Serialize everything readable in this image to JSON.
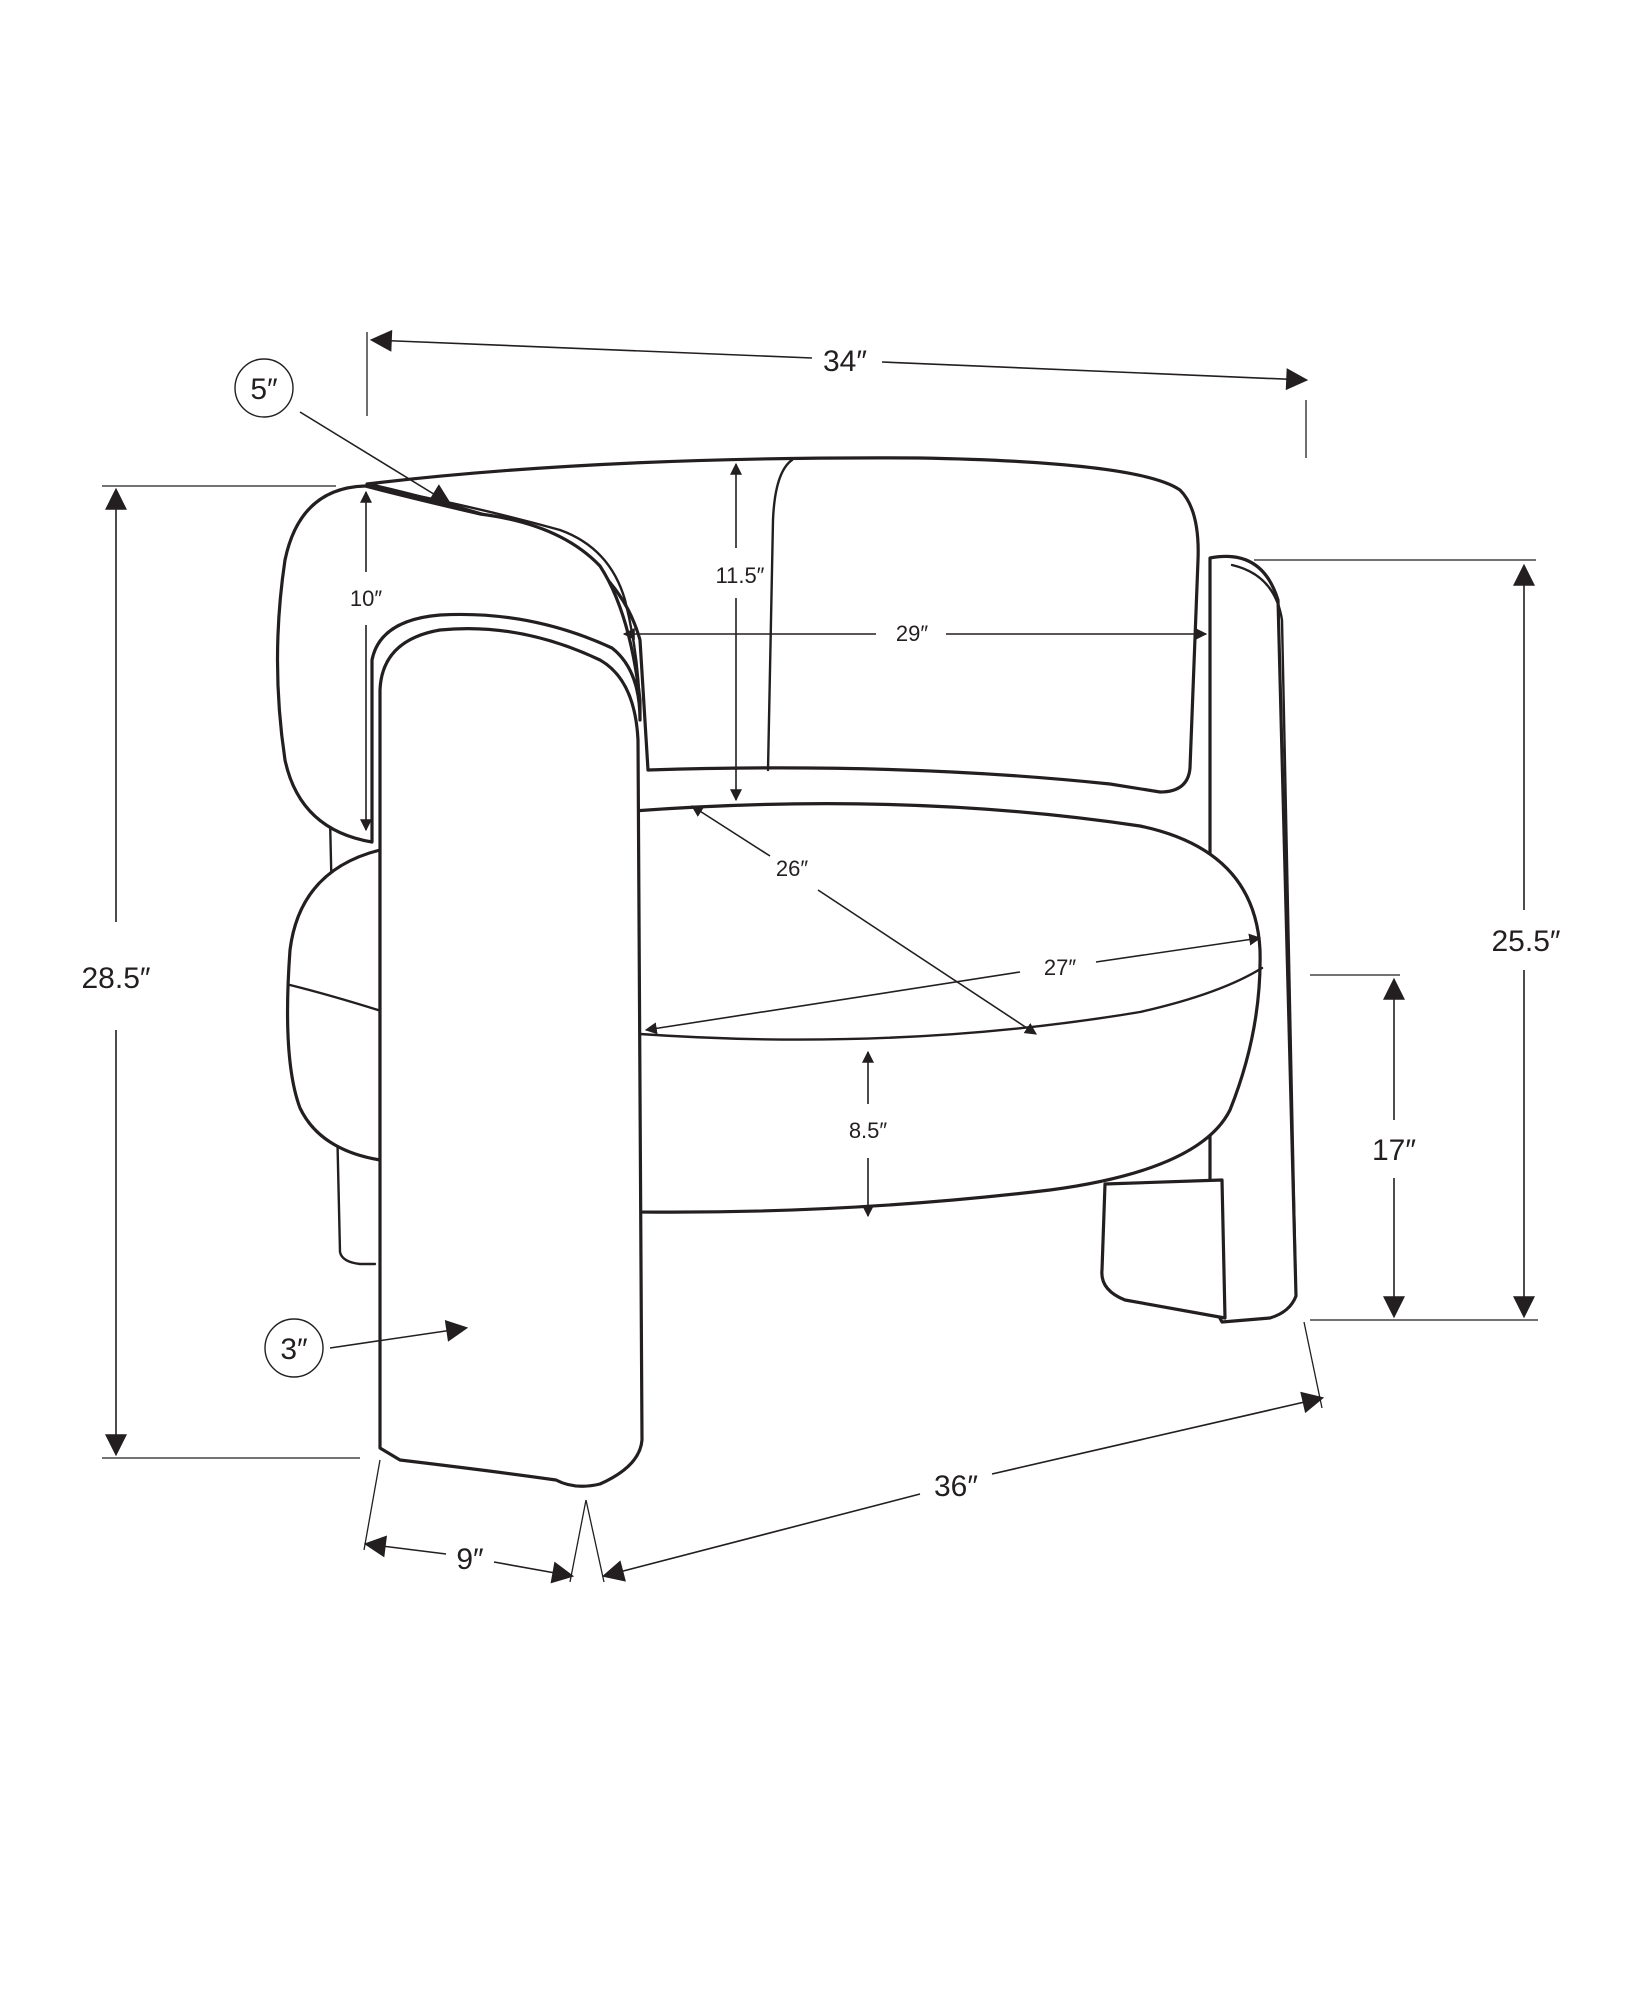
{
  "diagram": {
    "dimensions": {
      "overall_width": "34″",
      "arm_thickness": "5″",
      "arm_height": "10″",
      "back_height": "11.5″",
      "back_width": "29″",
      "seat_depth": "26″",
      "seat_width": "27″",
      "overall_height": "28.5″",
      "back_top_height": "25.5″",
      "seat_height": "17″",
      "seat_cushion_thickness": "8.5″",
      "leg_thickness": "3″",
      "arm_depth": "9″",
      "overall_depth": "36″"
    }
  }
}
